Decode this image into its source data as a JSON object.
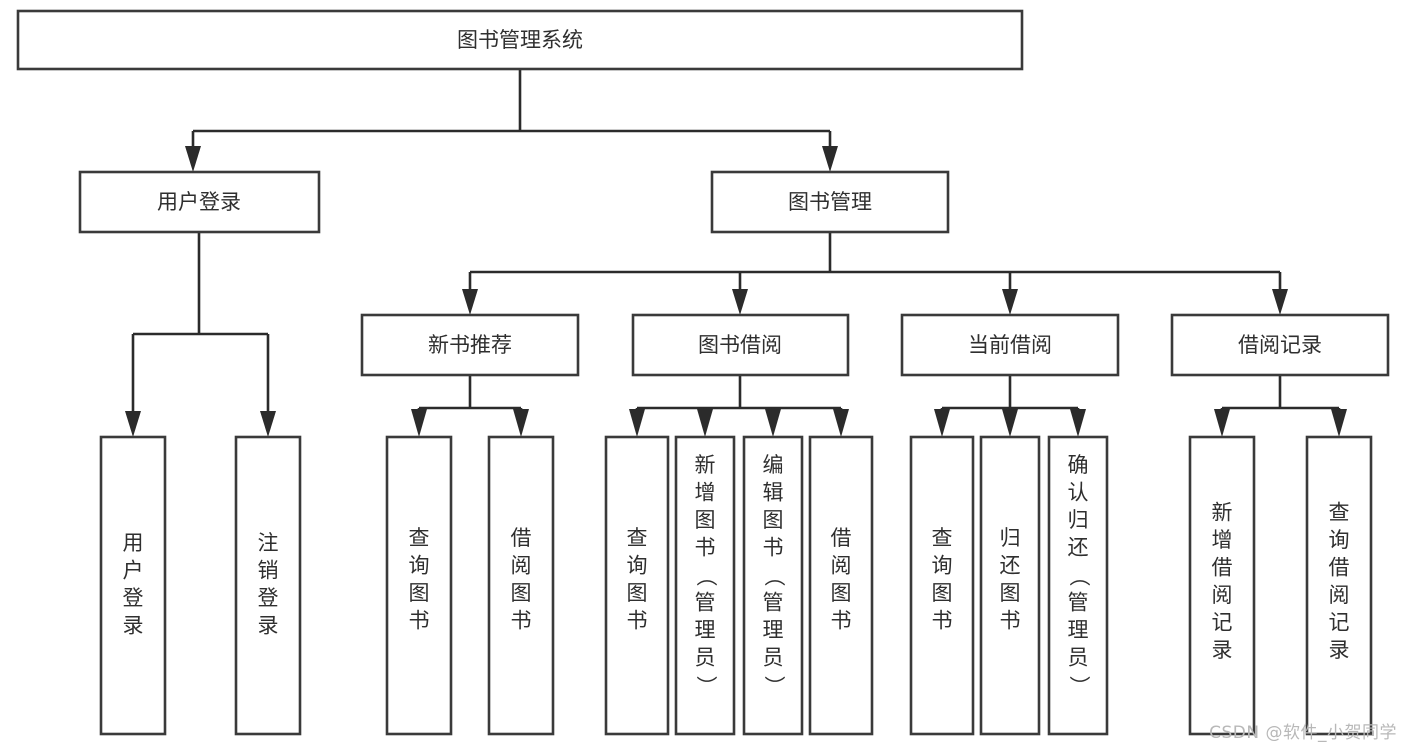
{
  "diagram": {
    "type": "tree",
    "title": "图书管理系统",
    "root": {
      "id": "root",
      "label": "图书管理系统",
      "orientation": "horizontal"
    },
    "level2": [
      {
        "id": "user-login",
        "label": "用户登录",
        "orientation": "horizontal"
      },
      {
        "id": "book-manage",
        "label": "图书管理",
        "orientation": "horizontal"
      }
    ],
    "level3": [
      {
        "id": "new-book-recommend",
        "label": "新书推荐",
        "orientation": "horizontal",
        "parent": "book-manage"
      },
      {
        "id": "book-borrow",
        "label": "图书借阅",
        "orientation": "horizontal",
        "parent": "book-manage"
      },
      {
        "id": "current-borrow",
        "label": "当前借阅",
        "orientation": "horizontal",
        "parent": "book-manage"
      },
      {
        "id": "borrow-record",
        "label": "借阅记录",
        "orientation": "horizontal",
        "parent": "book-manage"
      }
    ],
    "leaves": [
      {
        "id": "leaf-user-login",
        "label": "用户登录",
        "orientation": "vertical",
        "parent": "user-login"
      },
      {
        "id": "leaf-logout",
        "label": "注销登录",
        "orientation": "vertical",
        "parent": "user-login"
      },
      {
        "id": "leaf-query-book-1",
        "label": "查询图书",
        "orientation": "vertical",
        "parent": "new-book-recommend"
      },
      {
        "id": "leaf-borrow-book-1",
        "label": "借阅图书",
        "orientation": "vertical",
        "parent": "new-book-recommend"
      },
      {
        "id": "leaf-query-book-2",
        "label": "查询图书",
        "orientation": "vertical",
        "parent": "book-borrow"
      },
      {
        "id": "leaf-add-book",
        "label": "新增图书（管理员）",
        "orientation": "vertical",
        "parent": "book-borrow"
      },
      {
        "id": "leaf-edit-book",
        "label": "编辑图书（管理员）",
        "orientation": "vertical",
        "parent": "book-borrow"
      },
      {
        "id": "leaf-borrow-book-2",
        "label": "借阅图书",
        "orientation": "vertical",
        "parent": "book-borrow"
      },
      {
        "id": "leaf-query-book-3",
        "label": "查询图书",
        "orientation": "vertical",
        "parent": "current-borrow"
      },
      {
        "id": "leaf-return-book",
        "label": "归还图书",
        "orientation": "vertical",
        "parent": "current-borrow"
      },
      {
        "id": "leaf-confirm-return",
        "label": "确认归还（管理员）",
        "orientation": "vertical",
        "parent": "current-borrow"
      },
      {
        "id": "leaf-add-record",
        "label": "新增借阅记录",
        "orientation": "vertical",
        "parent": "borrow-record"
      },
      {
        "id": "leaf-query-record",
        "label": "查询借阅记录",
        "orientation": "vertical",
        "parent": "borrow-record"
      }
    ],
    "colors": {
      "background": "#ffffff",
      "box_stroke": "#3a3a3a",
      "connector": "#2b2b2b",
      "text": "#2f2f2f",
      "watermark": "#b8b8b8"
    }
  },
  "watermark": {
    "text": "CSDN @软件_小贺同学"
  }
}
